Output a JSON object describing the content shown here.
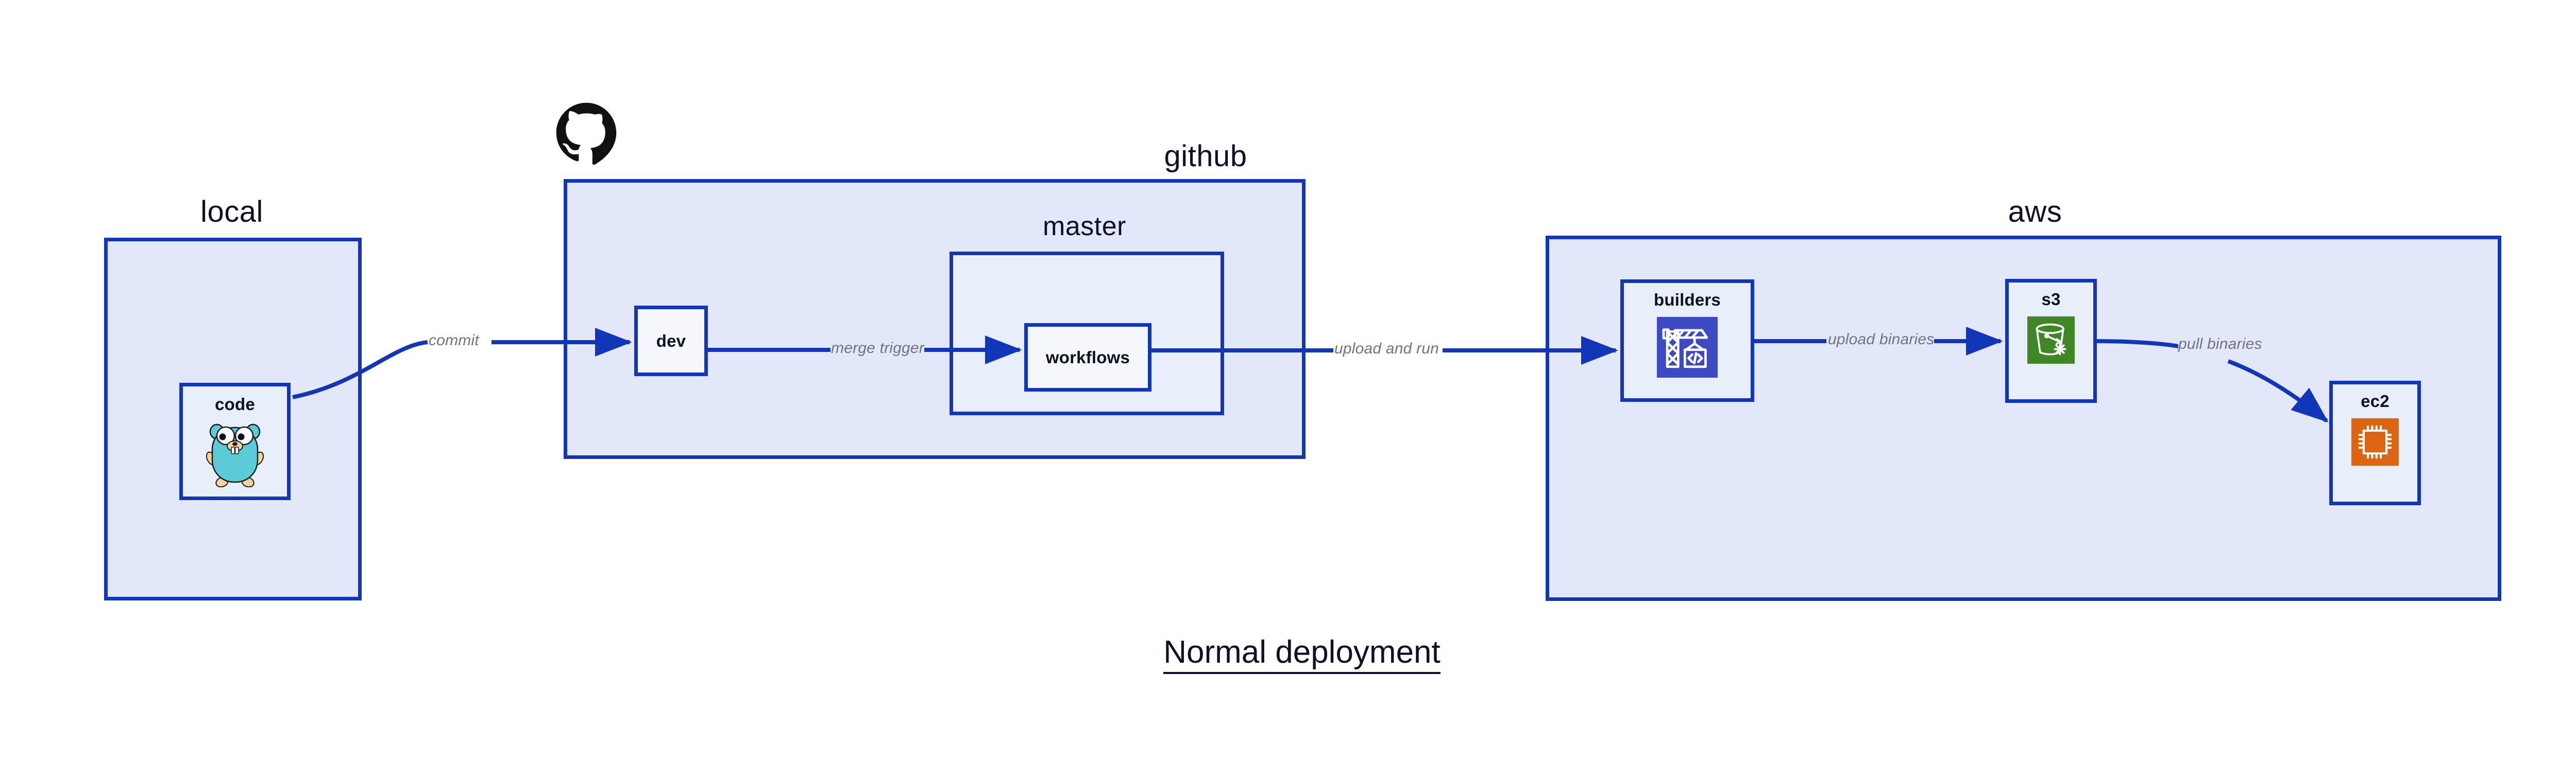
{
  "title": "Normal deployment",
  "colors": {
    "border": "#1236b8",
    "group_fill": "#e2e7fa",
    "node_fill": "#e9eefb",
    "plain_fill": "#f5f7fd",
    "text": "#0d1127",
    "edge_label": "#6f7480",
    "codebuild": "#3c4ac4",
    "s3": "#3f8624",
    "ec2": "#dd6511",
    "gopher": "#5bcbd7",
    "octocat": "#111111"
  },
  "groups": [
    {
      "id": "local",
      "label": "local"
    },
    {
      "id": "github",
      "label": "github"
    },
    {
      "id": "master",
      "label": "master"
    },
    {
      "id": "aws",
      "label": "aws"
    }
  ],
  "nodes": [
    {
      "id": "code",
      "label": "code",
      "icon": "go-gopher-icon"
    },
    {
      "id": "dev",
      "label": "dev",
      "icon": null
    },
    {
      "id": "workflows",
      "label": "workflows",
      "icon": null
    },
    {
      "id": "builders",
      "label": "builders",
      "icon": "aws-codebuild-icon"
    },
    {
      "id": "s3",
      "label": "s3",
      "icon": "aws-s3-bucket-icon"
    },
    {
      "id": "ec2",
      "label": "ec2",
      "icon": "aws-ec2-chip-icon"
    }
  ],
  "edges": [
    {
      "id": "commit",
      "label": "commit",
      "from": "code",
      "to": "dev"
    },
    {
      "id": "merge-trigger",
      "label": "merge trigger",
      "from": "dev",
      "to": "workflows"
    },
    {
      "id": "upload-and-run",
      "label": "upload and run",
      "from": "workflows",
      "to": "builders"
    },
    {
      "id": "upload-binaries",
      "label": "upload binaries",
      "from": "builders",
      "to": "s3"
    },
    {
      "id": "pull-binaries",
      "label": "pull binaries",
      "from": "s3",
      "to": "ec2"
    }
  ],
  "icons": {
    "github_logo": "github-octocat-icon"
  }
}
